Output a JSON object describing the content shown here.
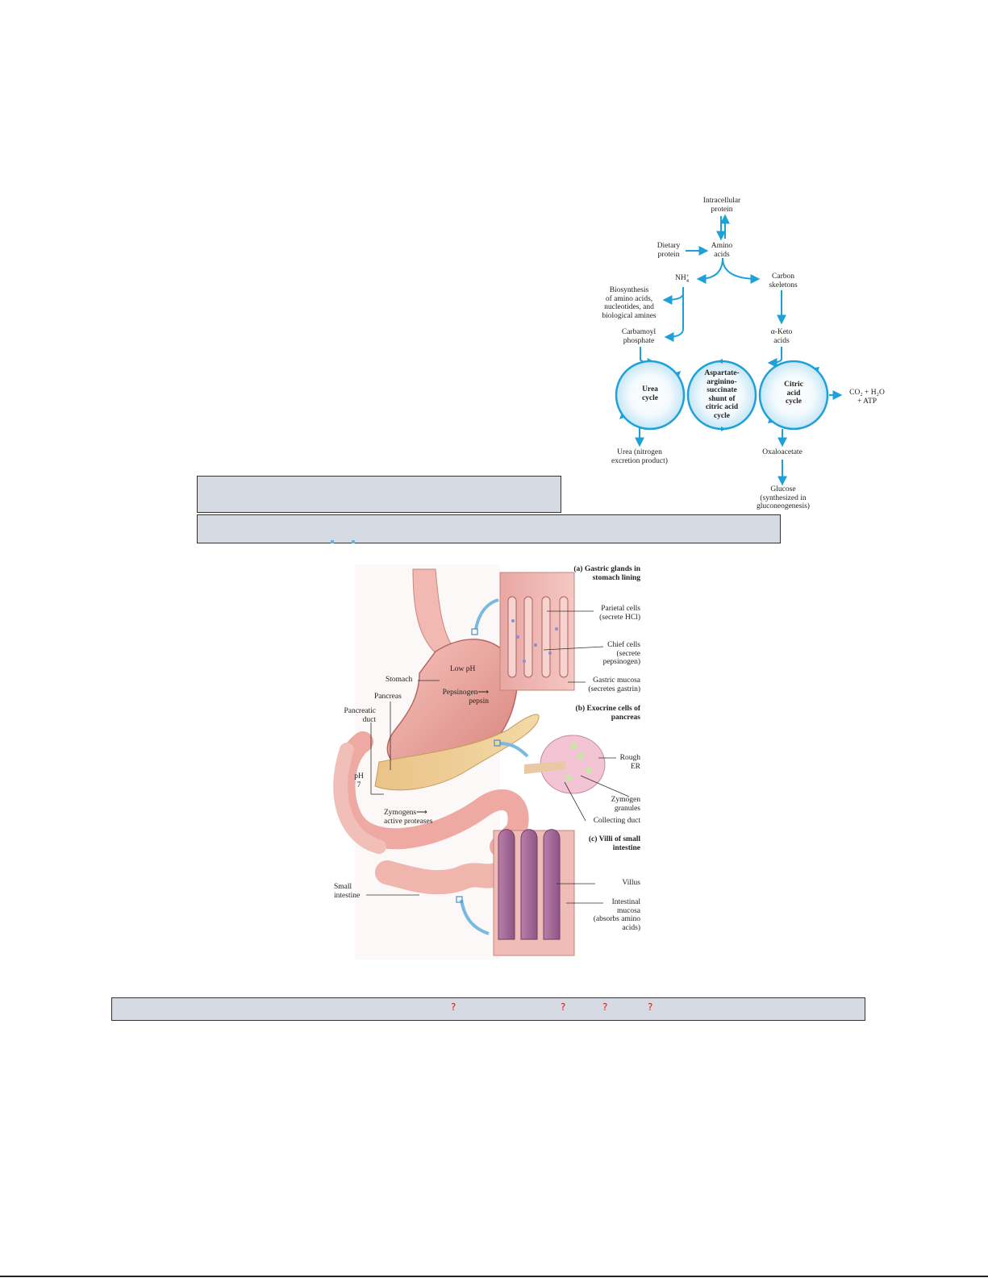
{
  "colors": {
    "flow_blue": "#1ea1d8",
    "bar_fill": "#d6dbe3",
    "placeholder_red": "#d32020"
  },
  "metabolism": {
    "intracellular_protein": [
      "Intracellular",
      "protein"
    ],
    "dietary_protein": [
      "Dietary",
      "protein"
    ],
    "amino_acids": [
      "Amino",
      "acids"
    ],
    "nh4": "NH",
    "nh4_sup": "+",
    "nh4_sub": "4",
    "carbon_skeletons": [
      "Carbon",
      "skeletons"
    ],
    "biosynthesis": [
      "Biosynthesis",
      "of amino acids,",
      "nucleotides, and",
      "biological amines"
    ],
    "carbamoyl_phosphate": [
      "Carbamoyl",
      "phosphate"
    ],
    "alpha_keto_acids": [
      "α-Keto",
      "acids"
    ],
    "urea_cycle": [
      "Urea",
      "cycle"
    ],
    "shunt": [
      "Aspartate-",
      "arginino-",
      "succinate",
      "shunt of",
      "citric acid",
      "cycle"
    ],
    "citric_acid_cycle": [
      "Citric",
      "acid",
      "cycle"
    ],
    "co2_h2o_atp": [
      "CO₂ + H₂O",
      "+ ATP"
    ],
    "urea_product": [
      "Urea (nitrogen",
      "excretion product)"
    ],
    "oxaloacetate": "Oxaloacetate",
    "glucose": [
      "Glucose",
      "(synthesized in",
      "gluconeogenesis)"
    ]
  },
  "digestion": {
    "gastric_heading": [
      "(a) Gastric glands in",
      "stomach lining"
    ],
    "parietal_cells": [
      "Parietal cells",
      "(secrete HCl)"
    ],
    "chief_cells": [
      "Chief cells",
      "(secrete",
      "pepsinogen)"
    ],
    "gastric_mucosa": [
      "Gastric mucosa",
      "(secretes gastrin)"
    ],
    "exocrine_heading": [
      "(b) Exocrine cells of",
      "pancreas"
    ],
    "rough_er": [
      "Rough",
      "ER"
    ],
    "zymogen_granules": [
      "Zymogen",
      "granules"
    ],
    "collecting_duct": "Collecting duct",
    "villi_heading": [
      "(c) Villi of small",
      "intestine"
    ],
    "villus": "Villus",
    "intestinal_mucosa": [
      "Intestinal",
      "mucosa",
      "(absorbs amino",
      "acids)"
    ],
    "stomach": "Stomach",
    "low_ph": "Low pH",
    "pepsinogen_pepsin": [
      "Pepsinogen⟶",
      "pepsin"
    ],
    "pancreas": "Pancreas",
    "pancreatic_duct": [
      "Pancreatic",
      "duct"
    ],
    "ph7": [
      "pH",
      "7"
    ],
    "zymogens_proteases": [
      "Zymogens⟶",
      "active proteases"
    ],
    "small_intestine": [
      "Small",
      "intestine"
    ]
  },
  "placeholders": [
    "?",
    "?",
    "?",
    "?"
  ]
}
